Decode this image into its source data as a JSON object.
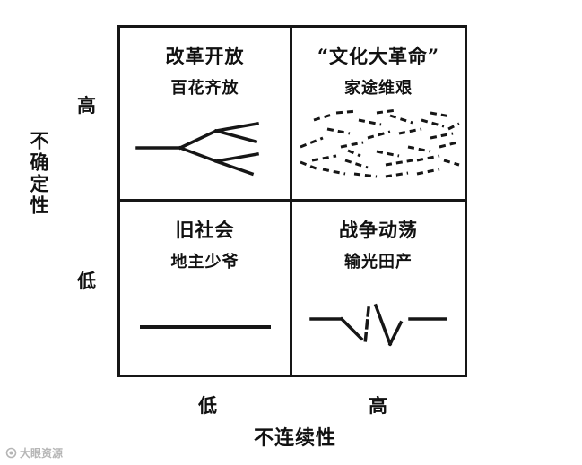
{
  "diagram": {
    "type": "quadrant-matrix",
    "axes": {
      "y_label": "不确定性",
      "y_high": "高",
      "y_low": "低",
      "x_label": "不连续性",
      "x_low": "低",
      "x_high": "高"
    },
    "quadrants": {
      "top_left": {
        "title": "改革开放",
        "subtitle": "百花齐放",
        "figure": "branching-lines"
      },
      "top_right": {
        "title": "“文化大革命”",
        "subtitle": "家途维艰",
        "figure": "chaotic-dashes"
      },
      "bottom_left": {
        "title": "旧社会",
        "subtitle": "地主少爷",
        "figure": "straight-line"
      },
      "bottom_right": {
        "title": "战争动荡",
        "subtitle": "输光田产",
        "figure": "broken-zigzag"
      }
    },
    "colors": {
      "stroke": "#161616",
      "background": "#ffffff",
      "watermark": "#b5b5b5"
    }
  },
  "watermark": {
    "text": "大眼资源"
  }
}
